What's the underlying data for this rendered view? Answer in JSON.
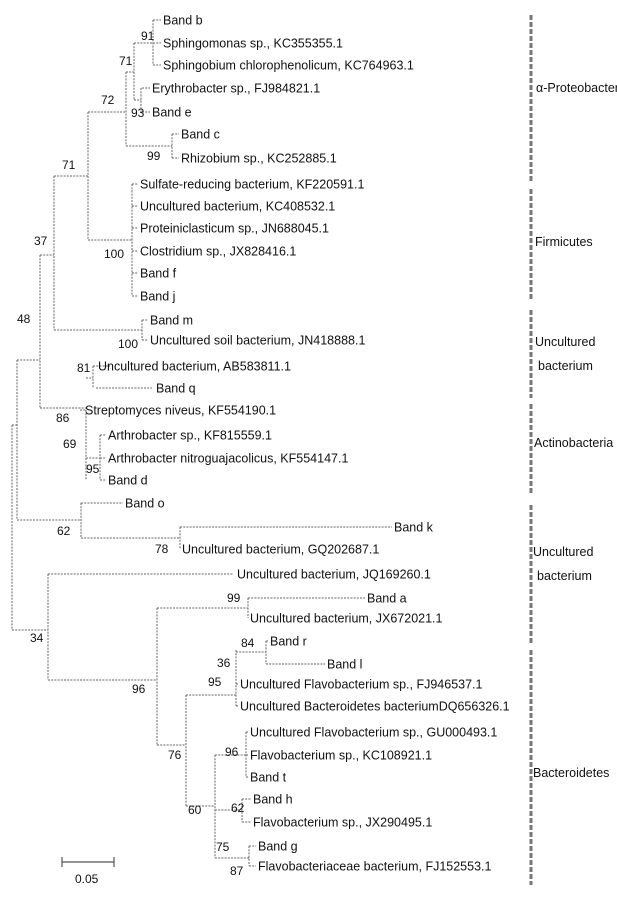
{
  "taxa": [
    "Band b",
    "Sphingomonas sp., KC355355.1",
    "Sphingobium chlorophenolicum, KC764963.1",
    "Erythrobacter sp., FJ984821.1",
    "Band e",
    "Band c",
    "Rhizobium sp., KC252885.1",
    "Sulfate-reducing bacterium, KF220591.1",
    "Uncultured bacterium, KC408532.1",
    "Proteiniclasticum sp., JN688045.1",
    "Clostridium sp., JX828416.1",
    "Band f",
    "Band j",
    "Band m",
    "Uncultured soil bacterium, JN418888.1",
    "Uncultured bacterium, AB583811.1",
    "Band q",
    "Streptomyces niveus, KF554190.1",
    "Arthrobacter sp., KF815559.1",
    "Arthrobacter nitroguajacolicus, KF554147.1",
    "Band d",
    "Band o",
    "Band k",
    "Uncultured bacterium, GQ202687.1",
    "Uncultured bacterium, JQ169260.1",
    "Band a",
    "Uncultured bacterium, JX672021.1",
    "Band r",
    "Band l",
    "Uncultured Flavobacterium sp., FJ946537.1",
    "Uncultured Bacteroidetes bacteriumDQ656326.1",
    "Uncultured Flavobacterium sp., GU000493.1",
    "Flavobacterium sp., KC108921.1",
    "Band t",
    "Band h",
    "Flavobacterium sp., JX290495.1",
    "Band g",
    "Flavobacteriaceae bacterium, FJ152553.1"
  ],
  "bootstrap": {
    "b91": "91",
    "b71a": "71",
    "b93": "93",
    "b72": "72",
    "b99a": "99",
    "b71b": "71",
    "b100a": "100",
    "b37": "37",
    "b100b": "100",
    "b48": "48",
    "b81": "81",
    "b86": "86",
    "b69": "69",
    "b95a": "95",
    "b62a": "62",
    "b78": "78",
    "b34": "34",
    "b99b": "99",
    "b96a": "96",
    "b84": "84",
    "b36": "36",
    "b95b": "95",
    "b96b": "96",
    "b76": "76",
    "b62b": "62",
    "b60": "60",
    "b75": "75",
    "b87": "87"
  },
  "groups": [
    {
      "lines": [
        "α-Proteobacteria"
      ]
    },
    {
      "lines": [
        "Firmicutes"
      ]
    },
    {
      "lines": [
        "Uncultured",
        "bacterium"
      ]
    },
    {
      "lines": [
        "Actinobacteria"
      ]
    },
    {
      "lines": [
        "Uncultured",
        "bacterium"
      ]
    },
    {
      "lines": [
        "Bacteroidetes"
      ]
    }
  ],
  "scale_bar": {
    "label": "0.05"
  }
}
